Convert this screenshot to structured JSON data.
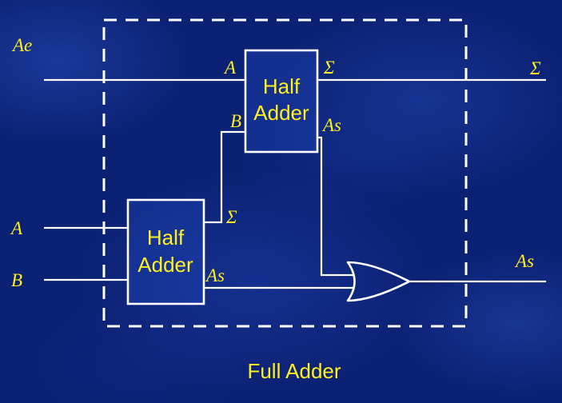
{
  "diagram": {
    "caption": "Full Adder",
    "external_labels": {
      "carry_in": "Ae",
      "input_a": "A",
      "input_b": "B",
      "sum_output": "Σ",
      "carry_output": "As"
    },
    "half_adder_top": {
      "name_line1": "Half",
      "name_line2": "Adder",
      "input_a_label": "A",
      "input_b_label": "B",
      "sum_label": "Σ",
      "carry_label": "As"
    },
    "half_adder_bottom": {
      "name_line1": "Half",
      "name_line2": "Adder",
      "sum_label": "Σ",
      "carry_label": "As"
    },
    "colors": {
      "background": "#0b2173",
      "wire": "#ffffff",
      "label": "#ffef1f"
    }
  }
}
